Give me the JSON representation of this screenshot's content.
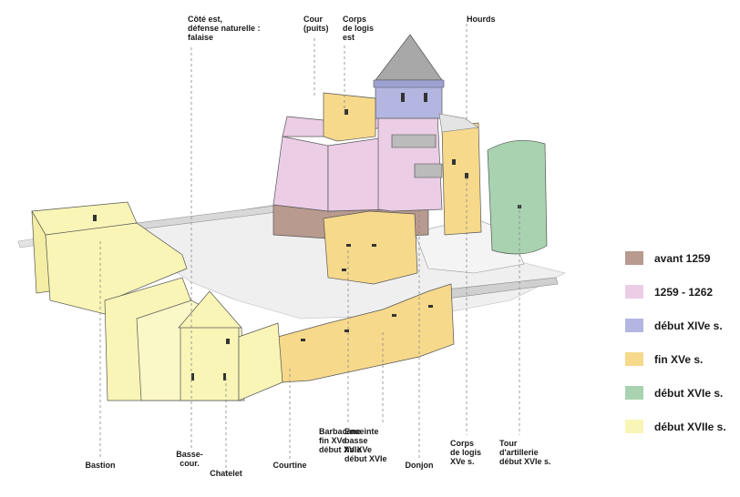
{
  "colors": {
    "avant_1259": "#b89a8e",
    "p1259_1262": "#ebcde6",
    "debut_xive": "#b3b6e0",
    "fin_xve": "#f7d98c",
    "debut_xvie": "#a8d2b0",
    "debut_xviie": "#f9f5b6",
    "roof": "#a8a8a8",
    "ground": "#efefef",
    "wall_grey": "#d8d8d8"
  },
  "top_labels": [
    {
      "lines": [
        "Côté est,",
        "défense naturelle :",
        "falaise"
      ]
    },
    {
      "lines": [
        "Cour",
        "(puits)"
      ]
    },
    {
      "lines": [
        "Corps",
        "de logis",
        "est"
      ]
    },
    {
      "lines": [
        "Hourds"
      ]
    }
  ],
  "bottom_labels": [
    {
      "lines": [
        "Bastion"
      ]
    },
    {
      "lines": [
        "Basse-",
        "cour."
      ]
    },
    {
      "lines": [
        "Chatelet"
      ]
    },
    {
      "lines": [
        "Courtine"
      ]
    },
    {
      "lines": [
        "Barbacane",
        "fin XVe",
        "début XVIe"
      ]
    },
    {
      "lines": [
        "Enceinte",
        "basse",
        "fin XVe",
        "début XVIe"
      ]
    },
    {
      "lines": [
        "Donjon"
      ]
    },
    {
      "lines": [
        "Corps",
        "de logis",
        "XVe s."
      ]
    },
    {
      "lines": [
        "Tour",
        "d'artillerie",
        "début XVIe s."
      ]
    }
  ],
  "legend": [
    {
      "label": "avant 1259",
      "color": "#b89a8e"
    },
    {
      "label": "1259 - 1262",
      "color": "#ebcde6"
    },
    {
      "label": "début XIVe s.",
      "color": "#b3b6e0"
    },
    {
      "label": "fin XVe s.",
      "color": "#f7d98c"
    },
    {
      "label": "début XVIe s.",
      "color": "#a8d2b0"
    },
    {
      "label": "début XVIIe s.",
      "color": "#f9f5b6"
    }
  ]
}
